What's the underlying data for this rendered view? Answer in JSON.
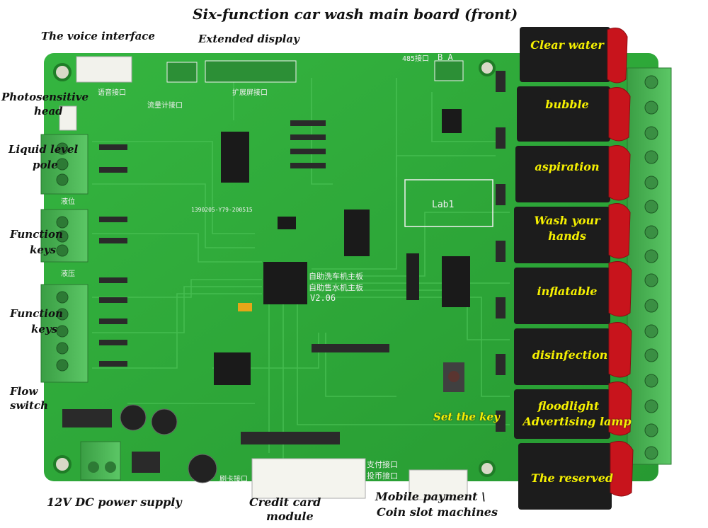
{
  "title": "Six-function car wash main board (front)",
  "labels": {
    "voice_interface": "The voice interface",
    "extended_display": "Extended display",
    "photosensitive_head_1": "Photosensitive",
    "photosensitive_head_2": "head",
    "liquid_level_1": "Liquid level",
    "liquid_level_2": "pole",
    "function_keys_a_1": "Function",
    "function_keys_a_2": "keys",
    "function_keys_b_1": "Function",
    "function_keys_b_2": "keys",
    "flow_switch_1": "Flow",
    "flow_switch_2": "switch",
    "power_supply": "12V DC power supply",
    "credit_card_1": "Credit card",
    "credit_card_2": "module",
    "mobile_payment_1": "Mobile payment \\",
    "mobile_payment_2": "Coin slot machines",
    "set_the_key": "Set the key"
  },
  "relays": [
    "Clear water",
    "bubble",
    "aspiration",
    "Wash your",
    "hands",
    "inflatable",
    "disinfection",
    "floodlight",
    "Advertising lamp",
    "The reserved"
  ],
  "silkscreen": {
    "rs485": "485接口",
    "ab": "B  A",
    "lab1": "Lab1",
    "chip_cn_1": "自助洗车机主板",
    "chip_cn_2": "自助售水机主板",
    "version": "V2.06",
    "flowmeter": "流量计接口",
    "ext_port": "扩展屏接口",
    "voice_port": "语音接口",
    "liquid": "液位",
    "pressure": "液压",
    "pay_port": "支付接口",
    "coin_port": "投币接口",
    "card_port": "刷卡接口",
    "date_code": "1390205-Y79-200515"
  },
  "colors": {
    "pcb": "#2fa83a",
    "label_yellow": "#f5f000",
    "relay_body": "#1c1c1c",
    "capacitor_red": "#c8141c",
    "terminal_green": "#3fae4a"
  }
}
